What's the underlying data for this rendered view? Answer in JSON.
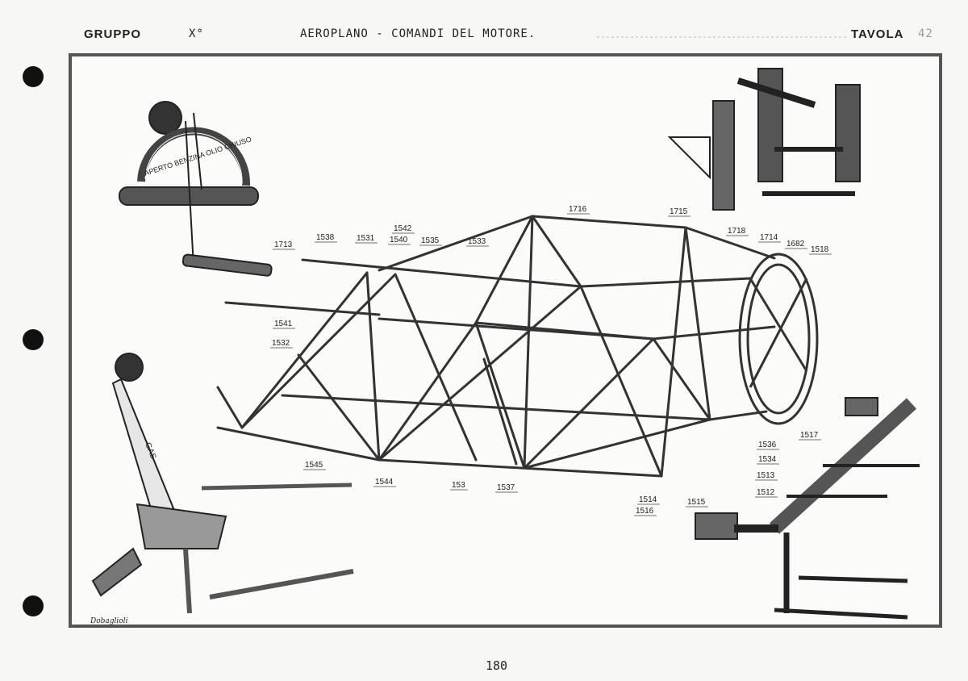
{
  "header": {
    "gruppo": "GRUPPO",
    "gruppo_value": "X°",
    "title": "AEROPLANO - COMANDI DEL MOTORE.",
    "tavola": "TAVOLA",
    "tavola_value": "42"
  },
  "page_number": "180",
  "signature": "Dobaglioli",
  "dial_text": "APERTO BENZINA OLIO CHIUSO",
  "lever_text": "GAS",
  "part_labels": [
    "1716",
    "1715",
    "1718",
    "1714",
    "1682",
    "1518",
    "1713",
    "1538",
    "1531",
    "1542",
    "1540",
    "1535",
    "1533",
    "1541",
    "1532",
    "1545",
    "1544",
    "153",
    "1537",
    "1536",
    "1534",
    "1517",
    "1513",
    "1512",
    "1514",
    "1515",
    "1516"
  ]
}
